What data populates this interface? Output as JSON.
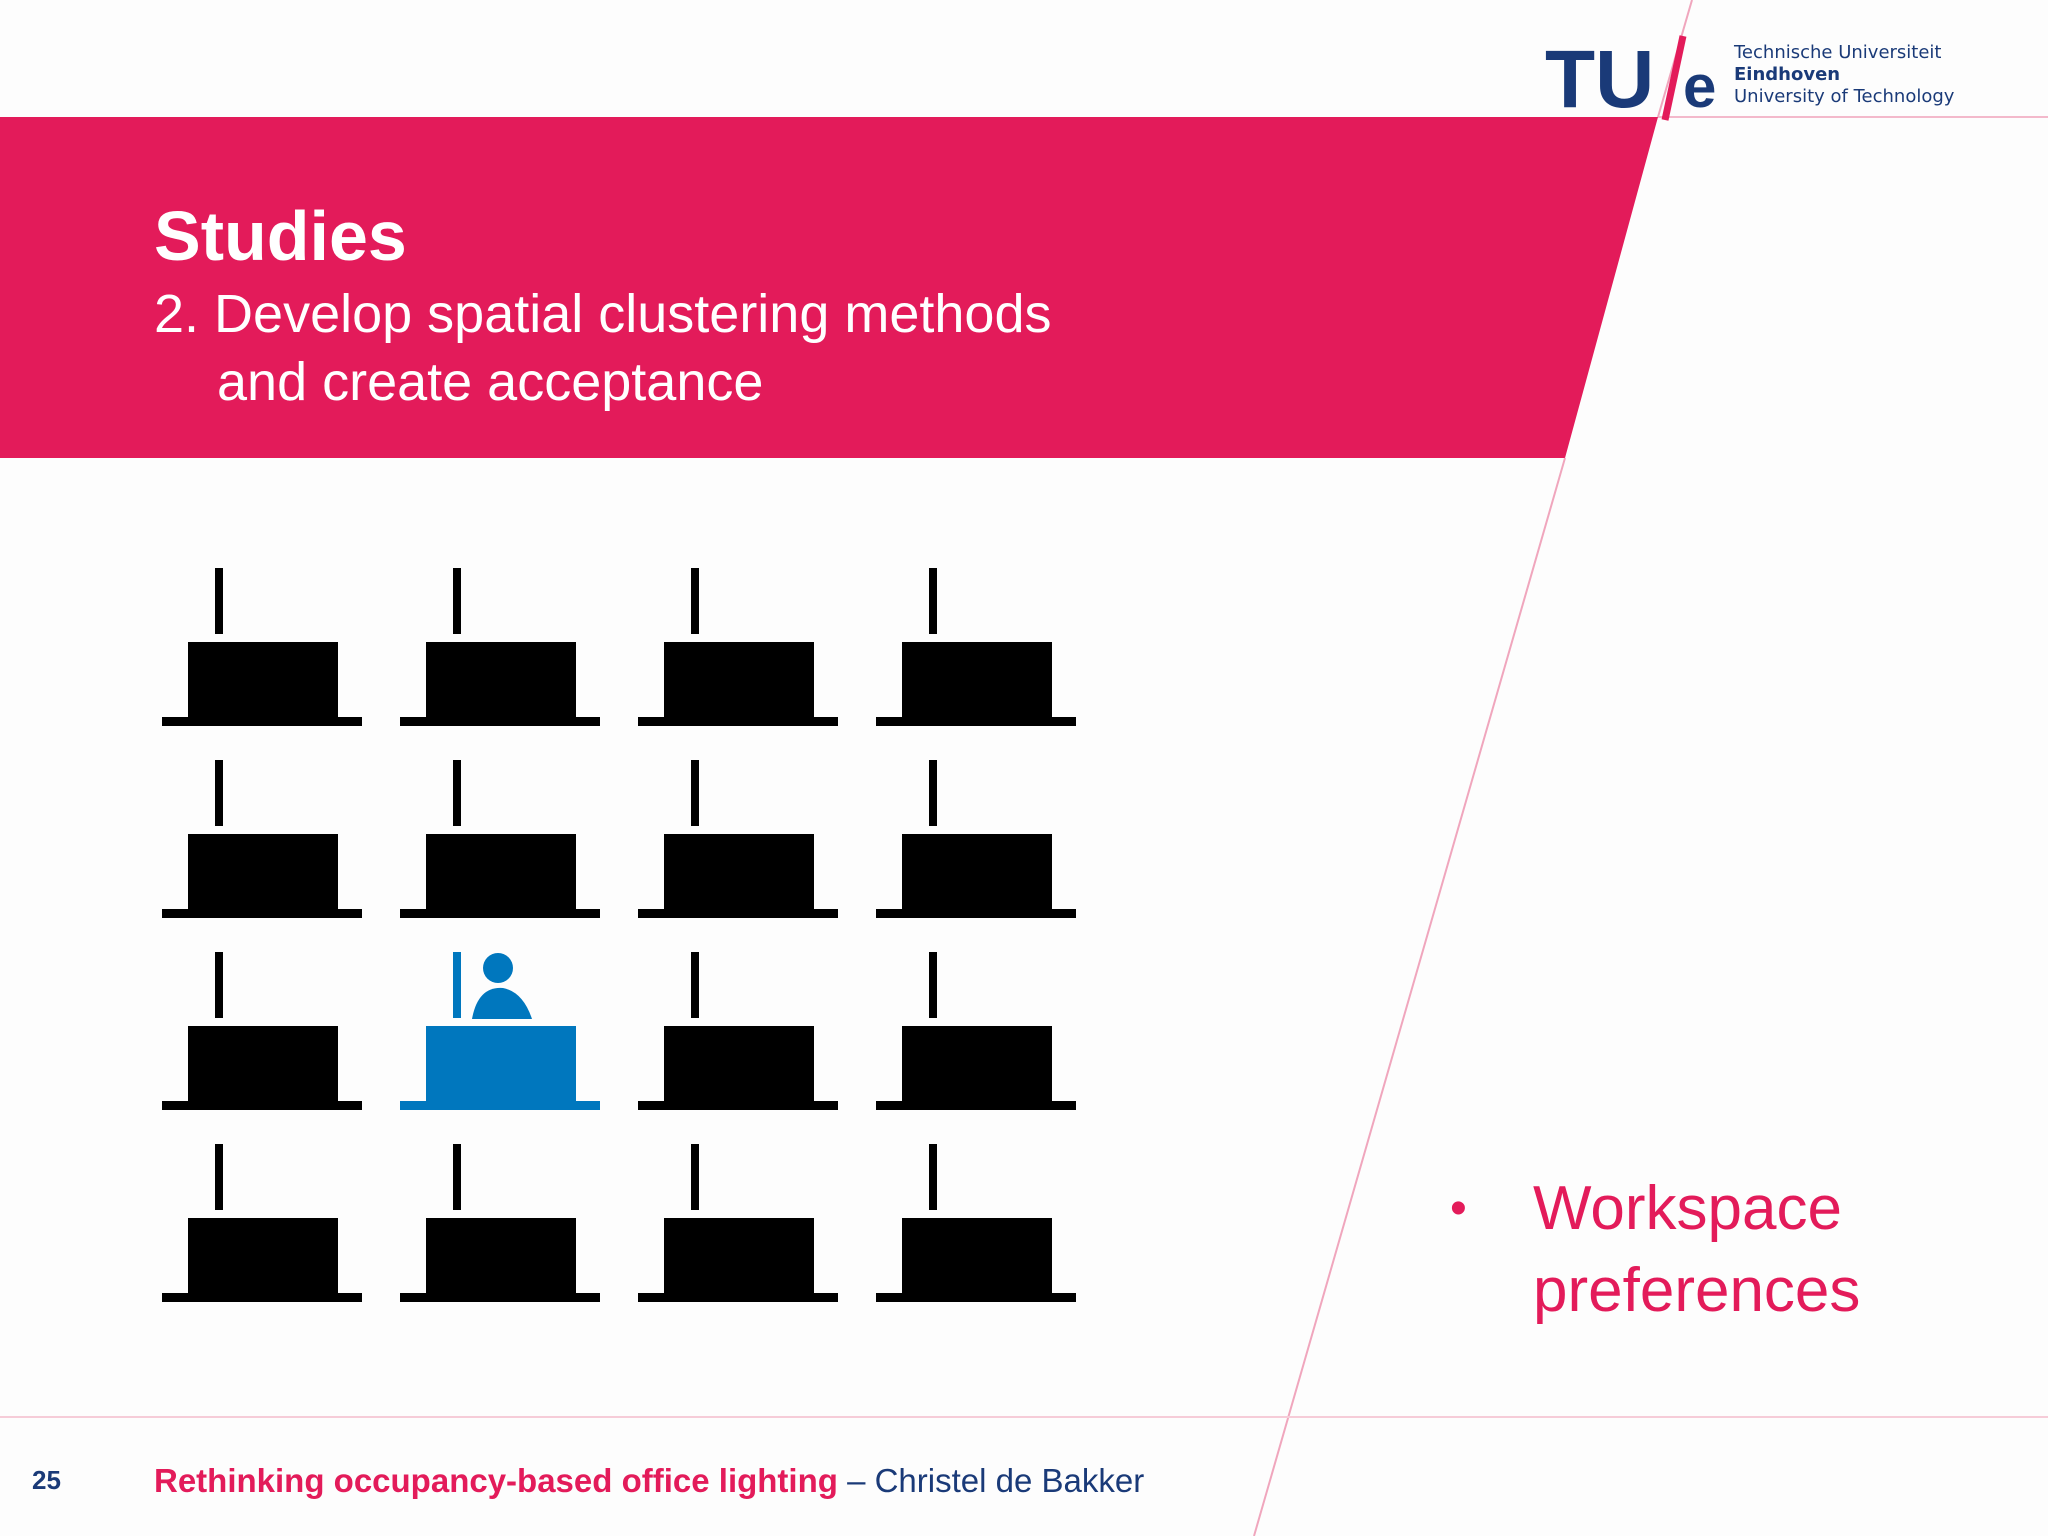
{
  "colors": {
    "accent": "#e31b5a",
    "brand_blue": "#1a3a78",
    "occupied_desk": "#0077be",
    "desk": "#000000"
  },
  "header": {
    "title": "Studies",
    "subtitle_line1": "2. Develop spatial clustering methods",
    "subtitle_line2": "and create acceptance"
  },
  "logo": {
    "mark_tu": "TU",
    "mark_e": "e",
    "line1": "Technische Universiteit",
    "line2": "Eindhoven",
    "line3": "University of Technology"
  },
  "desk_grid": {
    "rows": 4,
    "columns": 4,
    "occupied": {
      "row": 3,
      "column": 2
    }
  },
  "content": {
    "bullet_symbol": "•",
    "bullet_text": "Workspace preferences"
  },
  "footer": {
    "slide_number": "25",
    "title": "Rethinking occupancy-based office lighting",
    "author": " – Christel de Bakker"
  }
}
